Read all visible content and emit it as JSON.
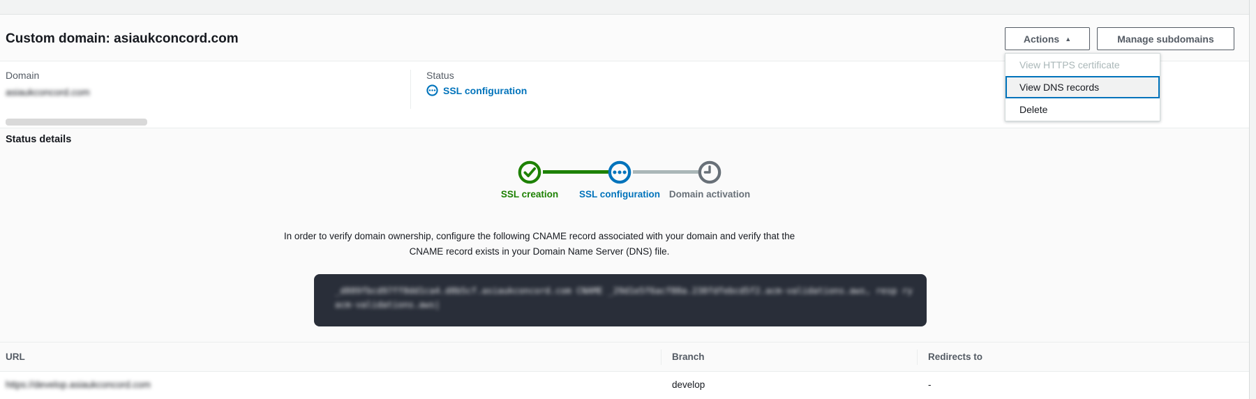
{
  "page": {
    "title": "Custom domain: asiaukconcord.com"
  },
  "header": {
    "actions_button": "Actions",
    "caret_icon": "▲",
    "manage_subdomains_button": "Manage subdomains",
    "actions_menu": {
      "items": [
        {
          "label": "View HTTPS certificate",
          "state": "disabled"
        },
        {
          "label": "View DNS records",
          "state": "focused"
        },
        {
          "label": "Delete",
          "state": "default"
        }
      ]
    }
  },
  "overview": {
    "domain_label": "Domain",
    "domain_value_redacted": "asiaukconcord.com",
    "status_label": "Status",
    "status_value": "SSL configuration",
    "status_icon": "in-progress-icon"
  },
  "status_details": {
    "heading": "Status details",
    "steps": [
      {
        "label": "SSL creation",
        "state": "complete",
        "icon": "check-circle-icon"
      },
      {
        "label": "SSL configuration",
        "state": "in-progress",
        "icon": "in-progress-circle-icon"
      },
      {
        "label": "Domain activation",
        "state": "pending",
        "icon": "clock-circle-icon"
      }
    ],
    "instruction": "In order to verify domain ownership, configure the following CNAME record associated with your domain and verify that the CNAME record exists in your Domain Name Server (DNS) file.",
    "cname_record_redacted": {
      "line1": "_d889fbcd97ff8dd1ca4.d8b5cf.asiaukconcord.com CNAME _29d1e5f6acf88a.238fdfebcd5f2.acm-validations.aws, resp ry",
      "line2": "acm-validations.aws|"
    }
  },
  "table": {
    "columns": [
      "URL",
      "Branch",
      "Redirects to"
    ],
    "rows": [
      {
        "url_redacted": "https://develop.asiaukconcord.com",
        "branch": "develop",
        "redirects_to": "-"
      }
    ]
  },
  "colors": {
    "accent_blue": "#0073bb",
    "success_green": "#1d8102",
    "pending_gray": "#687078",
    "disabled_gray": "#aab7b8",
    "border_gray": "#eaeded",
    "button_border": "#545b64",
    "code_background": "#292e39"
  }
}
